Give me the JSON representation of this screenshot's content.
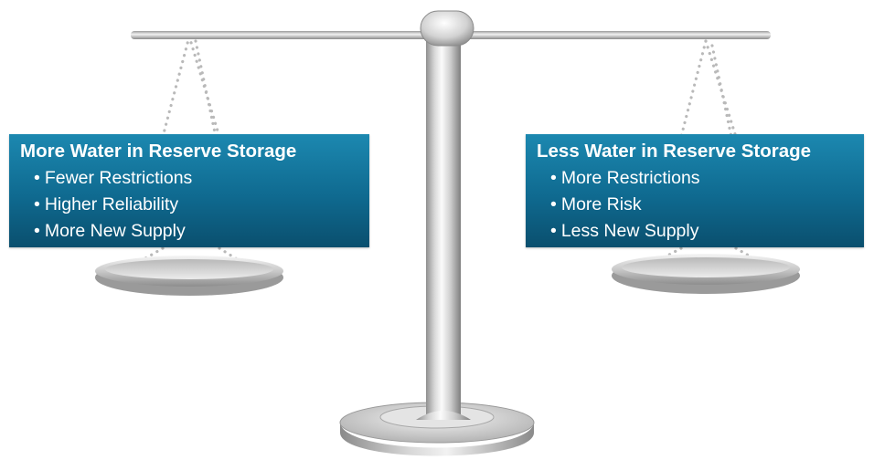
{
  "left_panel": {
    "title": "More Water in Reserve Storage",
    "items": [
      "Fewer Restrictions",
      "Higher Reliability",
      "More New Supply"
    ]
  },
  "right_panel": {
    "title": "Less Water in Reserve Storage",
    "items": [
      "More Restrictions",
      "More Risk",
      "Less New Supply"
    ]
  },
  "colors": {
    "panel_top": "#1c88b0",
    "panel_bottom": "#0a4f6e",
    "panel_text": "#ffffff",
    "metal_light": "#f4f4f4",
    "metal_mid": "#c8c8c8",
    "metal_dark": "#8f8f8f",
    "chain_dots": "#b9b9b9"
  }
}
